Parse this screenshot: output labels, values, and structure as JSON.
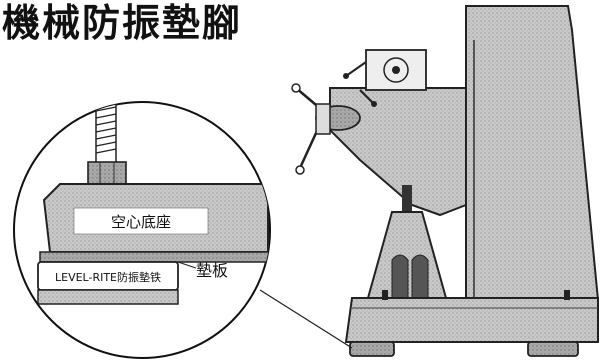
{
  "title": "機械防振墊腳",
  "labels": {
    "base": "空心底座",
    "pad": "墊板",
    "mount": "LEVEL-RITE防振墊铁"
  }
}
